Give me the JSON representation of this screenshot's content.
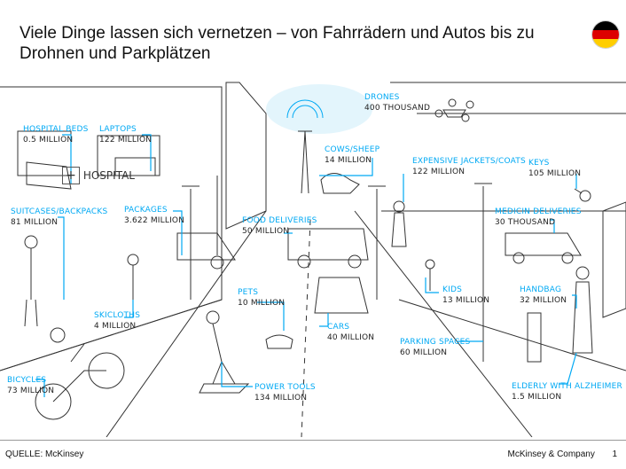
{
  "title": "Viele Dinge lassen sich vernetzen – von Fahrrädern und Autos bis zu Drohnen und Parkplätzen",
  "flag": {
    "colors": [
      "#000000",
      "#dd0000",
      "#ffce00"
    ],
    "icon": "germany-flag-icon"
  },
  "hospital_sign": "HOSPITAL",
  "items": [
    {
      "id": "hospital-beds",
      "name": "HOSPITAL BEDS",
      "value": "0.5 MILLION"
    },
    {
      "id": "laptops",
      "name": "LAPTOPS",
      "value": "122 MILLION"
    },
    {
      "id": "drones",
      "name": "DRONES",
      "value": "400 THOUSAND"
    },
    {
      "id": "cows-sheep",
      "name": "COWS/SHEEP",
      "value": "14 MILLION"
    },
    {
      "id": "expensive-jackets",
      "name": "EXPENSIVE JACKETS/COATS",
      "value": "122 MILLION"
    },
    {
      "id": "keys",
      "name": "KEYS",
      "value": "105 MILLION"
    },
    {
      "id": "suitcases",
      "name": "SUITCASES/BACKPACKS",
      "value": "81 MILLION"
    },
    {
      "id": "packages",
      "name": "PACKAGES",
      "value": "3.622 MILLION"
    },
    {
      "id": "food-deliveries",
      "name": "FOOD DELIVERIES",
      "value": "50 MILLION"
    },
    {
      "id": "medicin-deliveries",
      "name": "MEDICIN DELIVERIES",
      "value": "30 THOUSAND"
    },
    {
      "id": "pets",
      "name": "PETS",
      "value": "10 MILLION"
    },
    {
      "id": "kids",
      "name": "KIDS",
      "value": "13 MILLION"
    },
    {
      "id": "handbag",
      "name": "HANDBAG",
      "value": "32 MILLION"
    },
    {
      "id": "skicloths",
      "name": "SKICLOTHS",
      "value": "4 MILLION"
    },
    {
      "id": "cars",
      "name": "CARS",
      "value": "40 MILLION"
    },
    {
      "id": "parking-spaces",
      "name": "PARKING SPACES",
      "value": "60 MILLION"
    },
    {
      "id": "bicycles",
      "name": "BICYCLES",
      "value": "73 MILLION"
    },
    {
      "id": "power-tools",
      "name": "POWER TOOLS",
      "value": "134 MILLION"
    },
    {
      "id": "elderly",
      "name": "ELDERLY WITH ALZHEIMER",
      "value": "1.5 MILLION"
    }
  ],
  "footer": {
    "source": "QUELLE: McKinsey",
    "brand": "McKinsey & Company",
    "page": "1"
  }
}
